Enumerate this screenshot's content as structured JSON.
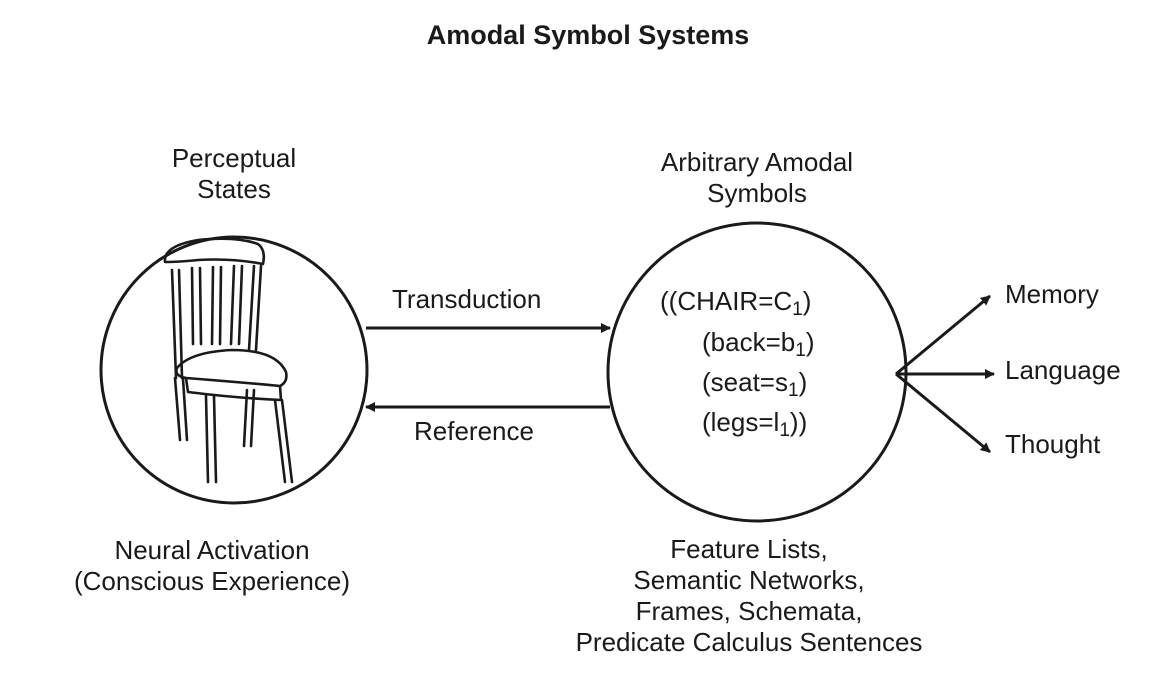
{
  "title": "Amodal Symbol Systems",
  "left": {
    "heading": [
      "Perceptual",
      "States"
    ],
    "caption": [
      "Neural Activation",
      "(Conscious Experience)"
    ]
  },
  "right": {
    "heading": [
      "Arbitrary Amodal",
      "Symbols"
    ],
    "symbols": [
      {
        "text": "((CHAIR=C",
        "sub": "1",
        "tail": ")"
      },
      {
        "text": "(back=b",
        "sub": "1",
        "tail": ")"
      },
      {
        "text": "(seat=s",
        "sub": "1",
        "tail": ")"
      },
      {
        "text": "(legs=l",
        "sub": "1",
        "tail": "))"
      }
    ],
    "caption": [
      "Feature Lists,",
      "Semantic Networks,",
      "Frames, Schemata,",
      "Predicate Calculus Sentences"
    ]
  },
  "arrows": {
    "forward": "Transduction",
    "backward": "Reference"
  },
  "outputs": [
    "Memory",
    "Language",
    "Thought"
  ]
}
